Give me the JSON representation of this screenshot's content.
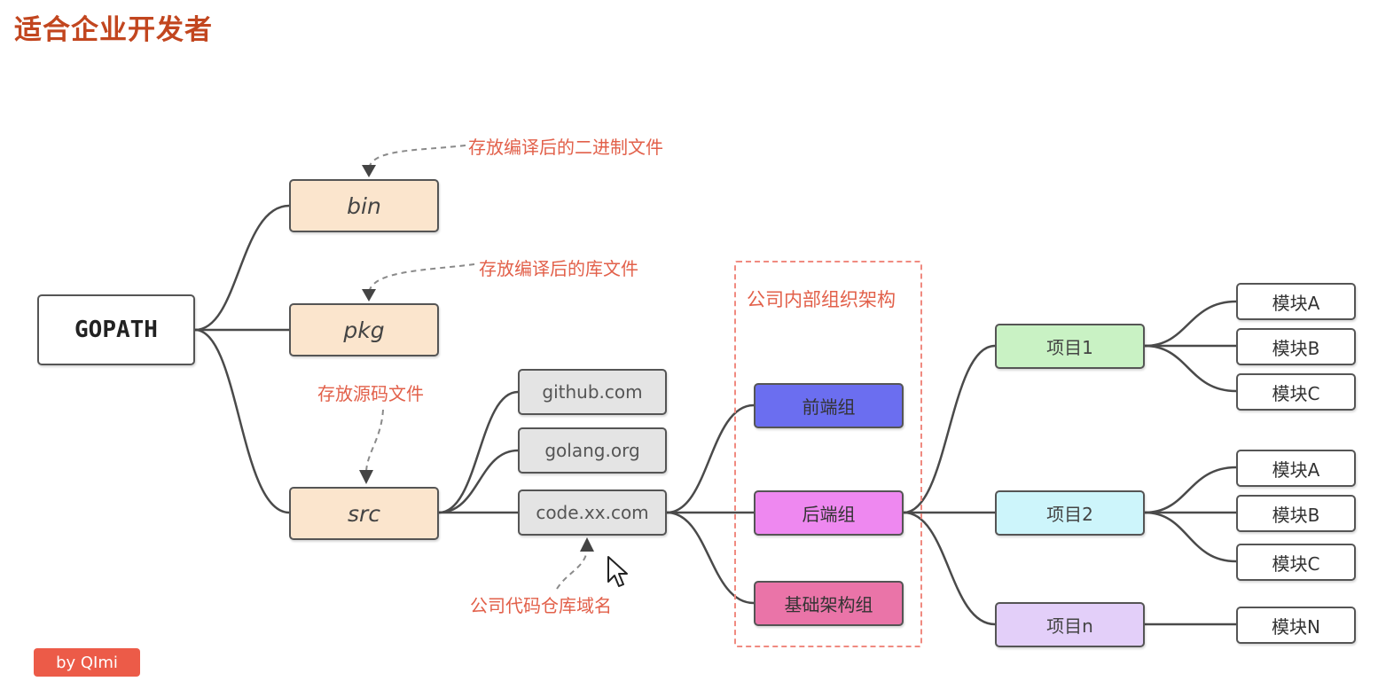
{
  "title": "适合企业开发者",
  "nodes": {
    "gopath": "GOPATH",
    "bin": "bin",
    "pkg": "pkg",
    "src": "src",
    "github": "github.com",
    "golang": "golang.org",
    "code": "code.xx.com",
    "frontend": "前端组",
    "backend": "后端组",
    "infra": "基础架构组",
    "project1": "项目1",
    "project2": "项目2",
    "projectn": "项目n",
    "p1_modA": "模块A",
    "p1_modB": "模块B",
    "p1_modC": "模块C",
    "p2_modA": "模块A",
    "p2_modB": "模块B",
    "p2_modC": "模块C",
    "pn_modN": "模块N"
  },
  "annotations": {
    "bin_note": "存放编译后的二进制文件",
    "pkg_note": "存放编译后的库文件",
    "src_note": "存放源码文件",
    "code_note": "公司代码仓库域名",
    "org_label": "公司内部组织架构"
  },
  "author": "by QImi",
  "colors": {
    "title": "#c2461f",
    "annotation": "#e2604a",
    "dir_fill": "#fbe5cd",
    "domain_fill": "#e4e4e4",
    "frontend_fill": "#6b6ef0",
    "backend_fill": "#ee88f0",
    "infra_fill": "#ea74a8",
    "project1_fill": "#c9f2c4",
    "project2_fill": "#cdf5fb",
    "projectn_fill": "#e3cff9",
    "author_badge": "#ec5b48"
  },
  "icons": [
    "mouse-cursor-icon"
  ]
}
